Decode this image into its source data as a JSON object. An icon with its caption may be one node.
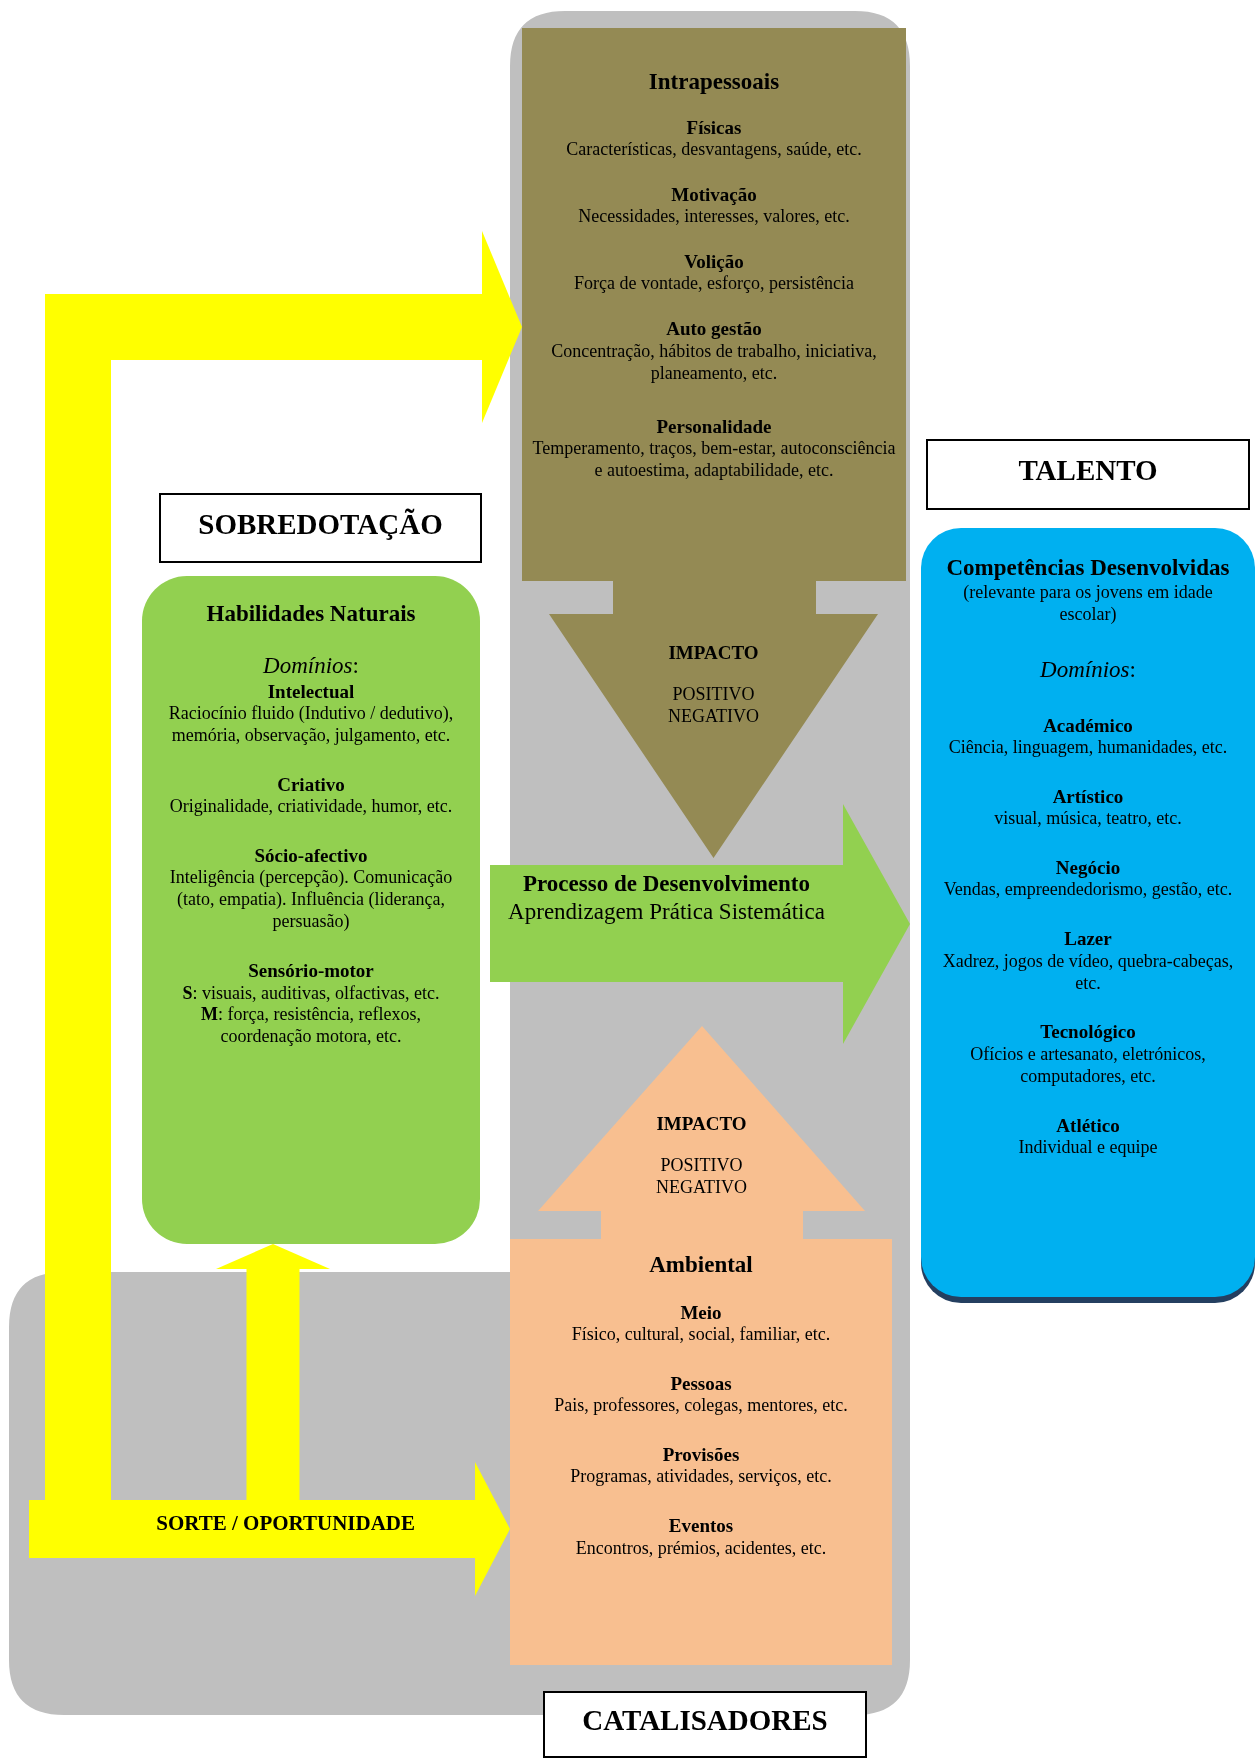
{
  "diagram": {
    "nodes": [
      {
        "text": [
          "Intrapessoais",
          "Físicas",
          "Características, desvantagens, saúde, etc.",
          "Motivação",
          "Necessidades, interesses, valores, etc.",
          "Volição",
          "Força de vontade, esforço, persistência",
          "Auto gestão",
          "Concentração, hábitos de trabalho, iniciativa, planeamento, etc.",
          "Personalidade",
          "Temperamento, traços, bem-estar, autoconsciência e autoestima, adaptabilidade, etc."
        ]
      },
      {
        "text": [
          "SOBREDOTAÇÃO"
        ]
      },
      {
        "text": [
          "TALENTO"
        ]
      },
      {
        "text": [
          "Habilidades Naturais",
          "*Domínios*:",
          "Intelectual",
          "Raciocínio fluido (Indutivo / dedutivo), memória, observação, julgamento, etc.",
          "Criativo",
          "Originalidade, criatividade, humor, etc.",
          "Sócio-afectivo",
          "Inteligência (percepção). Comunicação (tato, empatia). Influência (liderança, persuasão)",
          "Sensório-motor",
          "**S**: visuais, auditivas, olfactivas, etc.",
          "**M**: força, resistência, reflexos, coordenação motora, etc."
        ]
      },
      {
        "text": [
          "IMPACTO",
          "POSITIVO NEGATIVO"
        ]
      },
      {
        "text": [
          "Competências Desenvolvidas",
          "(relevante para os jovens em idade escolar)",
          "*Domínios*:",
          "Académico",
          "Ciência, linguagem, humanidades, etc.",
          "Artístico",
          "visual, música, teatro, etc.",
          "Negócio",
          "Vendas, empreendedorismo, gestão, etc.",
          "Lazer",
          "Xadrez, jogos de vídeo, quebra-cabeças, etc.",
          "Tecnológico",
          "Ofícios e artesanato, eletrónicos, computadores, etc.",
          "Atlético",
          "Individual e equipe"
        ]
      },
      {
        "text": [
          "Processo de Desenvolvimento",
          "Aprendizagem Prática Sistemática"
        ]
      },
      {
        "text": [
          "IMPACTO",
          "POSITIVO NEGATIVO"
        ]
      },
      {
        "text": [
          "Ambiental",
          "Meio",
          "Físico, cultural, social, familiar, etc.",
          "Pessoas",
          "Pais, professores, colegas, mentores, etc.",
          "Provisões",
          "Programas, atividades, serviços, etc.",
          "Eventos",
          "Encontros, prémios, acidentes, etc."
        ]
      },
      {
        "text": [
          "SORTE / OPORTUNIDADE"
        ]
      },
      {
        "text": [
          "CATALISADORES"
        ]
      }
    ],
    "edges": [
      {
        "from": 9,
        "to": 0,
        "arrow": "to"
      },
      {
        "from": 9,
        "to": 3,
        "arrow": "to"
      },
      {
        "from": 9,
        "to": 8,
        "arrow": "to"
      }
    ]
  }
}
